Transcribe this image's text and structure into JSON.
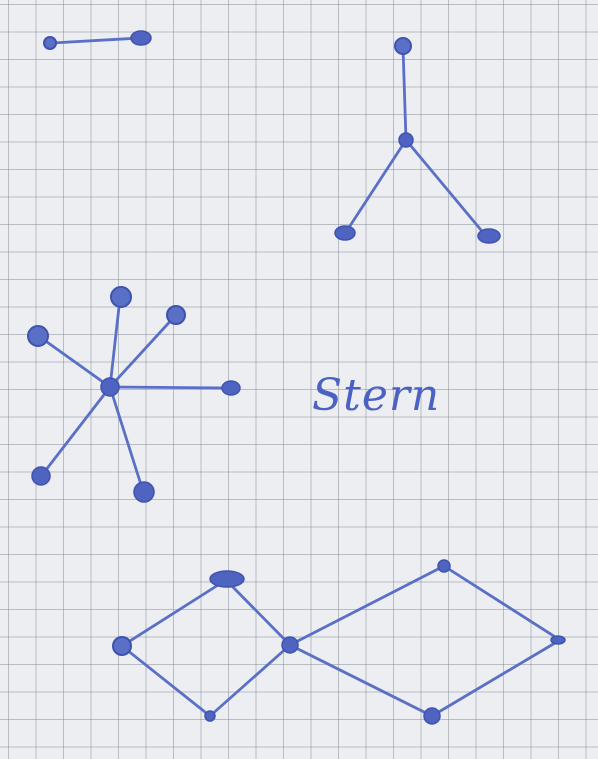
{
  "caption": "Stern",
  "ink_color": "#4f63c0",
  "paper": {
    "grid": true,
    "background": "#eceef1"
  },
  "graphs": [
    {
      "id": "edge-graph",
      "kind": "single edge",
      "nodes": 2,
      "edges": 1
    },
    {
      "id": "claw-graph",
      "kind": "three leaves on one center",
      "nodes": 4,
      "edges": 3
    },
    {
      "id": "star-graph",
      "kind": "star with six leaves",
      "nodes": 7,
      "edges": 6
    },
    {
      "id": "double-diamond-graph",
      "kind": "two four-cycles sharing one vertex",
      "nodes": 7,
      "edges": 8
    }
  ]
}
